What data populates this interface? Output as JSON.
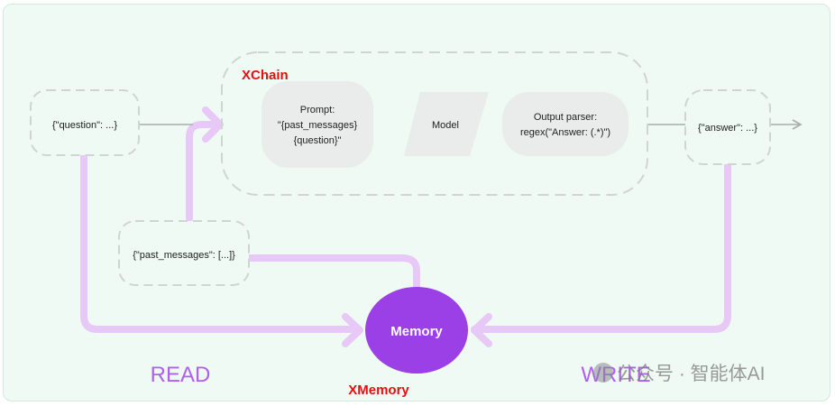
{
  "chain": {
    "label": "XChain",
    "prompt": {
      "line1": "Prompt:",
      "line2": "\"{past_messages}",
      "line3": "{question}\""
    },
    "model": "Model",
    "parser": {
      "line1": "Output parser:",
      "line2": "regex(\"Answer: (.*)\")"
    }
  },
  "inputs": {
    "question": "{\"question\": ...}",
    "past_messages": "{\"past_messages\": [...]}"
  },
  "output": {
    "answer": "{\"answer\": ...}"
  },
  "memory": {
    "label": "Memory",
    "caption": "XMemory"
  },
  "flows": {
    "read": "READ",
    "write": "WRITE"
  },
  "watermark": "公众号 · 智能体AI",
  "colors": {
    "background": "#eefaf3",
    "accent_purple": "#9b3fe6",
    "flow_lavender": "#e8c8f6",
    "label_red": "#e31010",
    "flow_text": "#b060ee",
    "dashed_border": "#cfd6d1",
    "node_fill": "#eaeceb"
  }
}
